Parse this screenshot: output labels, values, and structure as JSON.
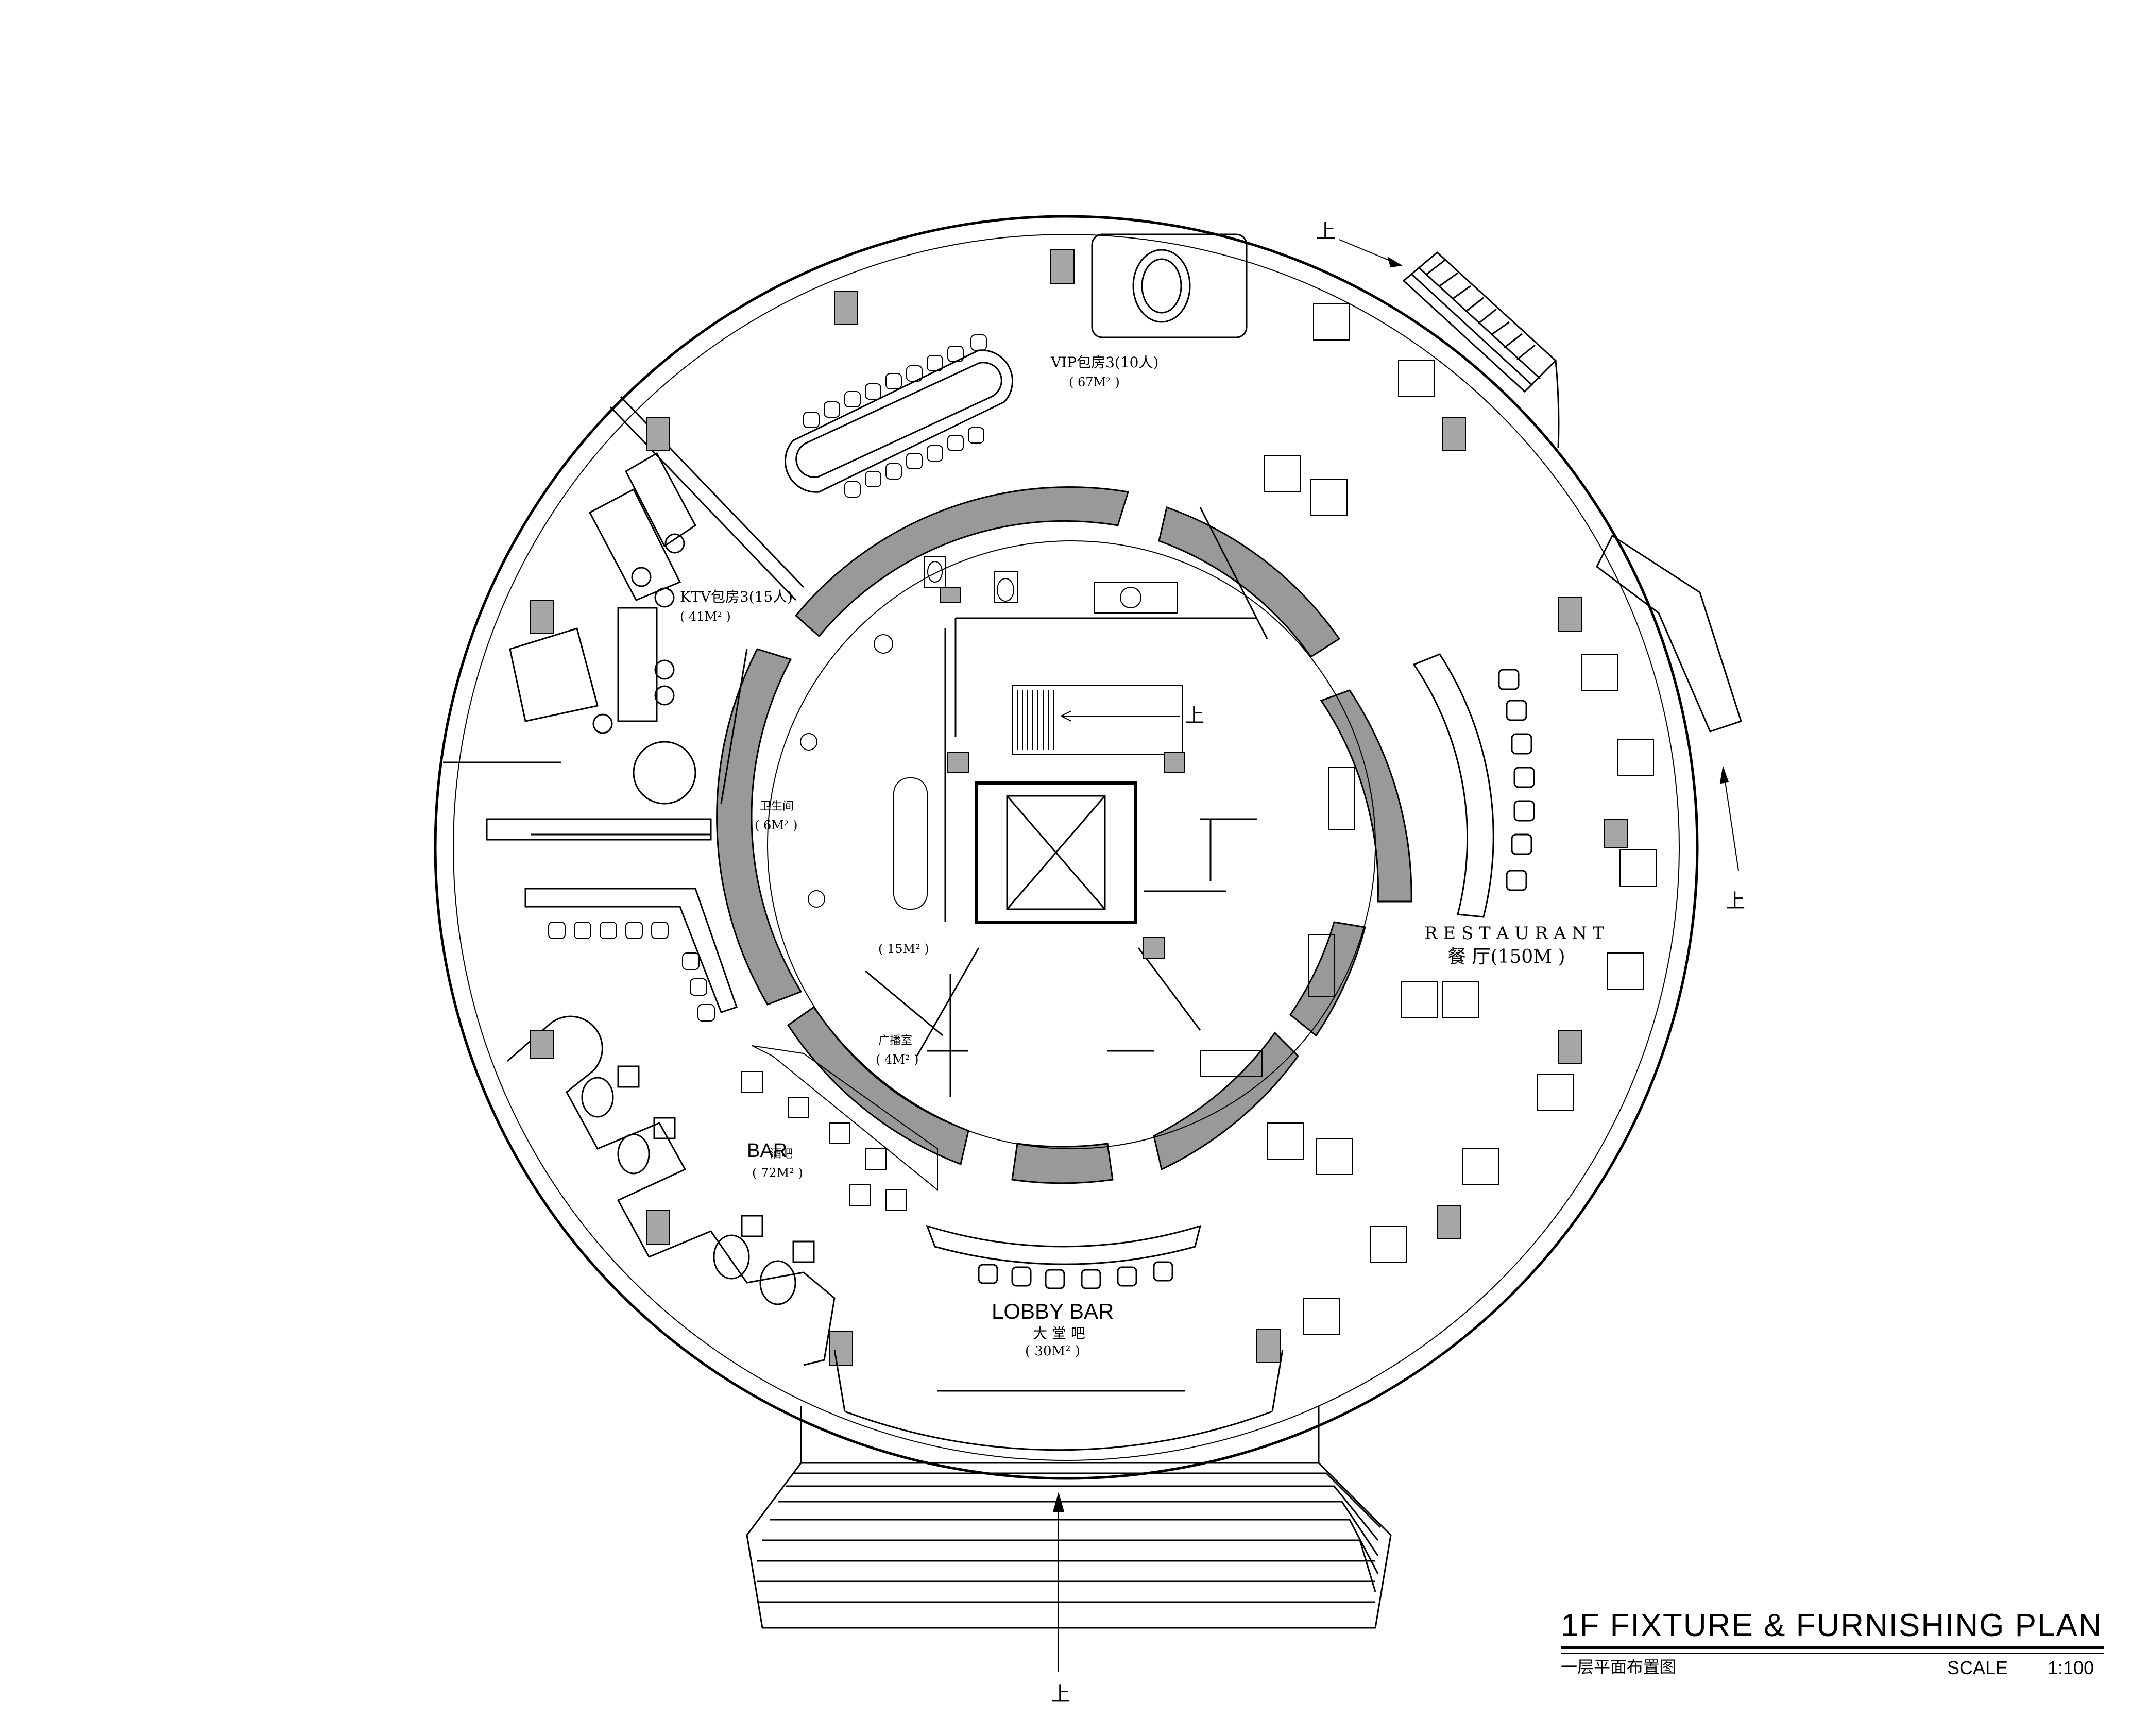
{
  "rooms": {
    "vip": {
      "name": "VIP包房3(10人)",
      "area": "( 67M² )"
    },
    "ktv": {
      "name": "KTV包房3(15人)",
      "area": "( 41M² )"
    },
    "wc": {
      "name": "卫生间",
      "area": "( 6M² )"
    },
    "center": {
      "area": "( 15M² )"
    },
    "broadcast": {
      "name": "广播室",
      "area": "( 4M² )"
    },
    "bar": {
      "name": "BAR",
      "sub": "酒吧",
      "area": "( 72M² )"
    },
    "restaurant": {
      "name": "R E S T A U R A N T",
      "sub": "餐 厅(150M )"
    },
    "lobby": {
      "name": "LOBBY BAR",
      "sub": "大 堂 吧",
      "area": "( 30M² )"
    }
  },
  "arrows": {
    "up": "上"
  },
  "titleblock": {
    "title": "1F  FIXTURE & FURNISHING  PLAN",
    "subtitle": "一层平面布置图",
    "scale_label": "SCALE",
    "scale_value": "1:100"
  },
  "colors": {
    "line": "#000000",
    "wall_fill": "#999999",
    "column_fill": "#a6a6a6"
  }
}
